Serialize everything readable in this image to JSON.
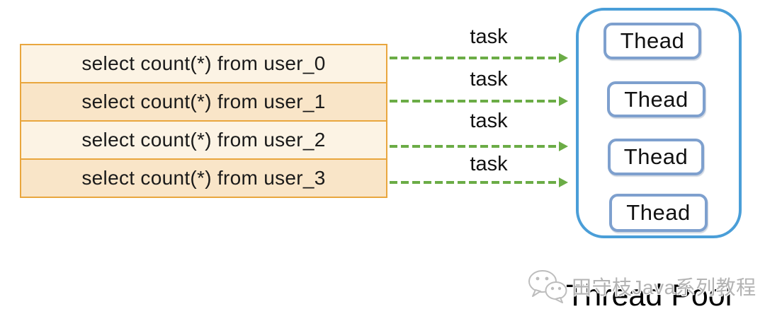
{
  "diagram": {
    "queries": [
      "select count(*) from user_0",
      "select count(*) from user_1",
      "select count(*) from user_2",
      "select count(*) from user_3"
    ],
    "task_labels": [
      "task",
      "task",
      "task",
      "task"
    ],
    "thread_pool": {
      "title": "Thread Pool",
      "threads": [
        "Thead",
        "Thead",
        "Thead",
        "Thead"
      ]
    },
    "watermark": {
      "icon": "wechat-icon",
      "text": "田守枝Java系列教程"
    },
    "colors": {
      "query_border": "#E9A63E",
      "query_fill_light": "#FCF3E4",
      "query_fill_dark": "#F9E5C8",
      "arrow_green": "#6BAC46",
      "pool_border": "#4A9ED8",
      "thread_border": "#7EA0CE",
      "text": "#1A1A1A",
      "watermark_gray": "#B3B3B3"
    }
  }
}
